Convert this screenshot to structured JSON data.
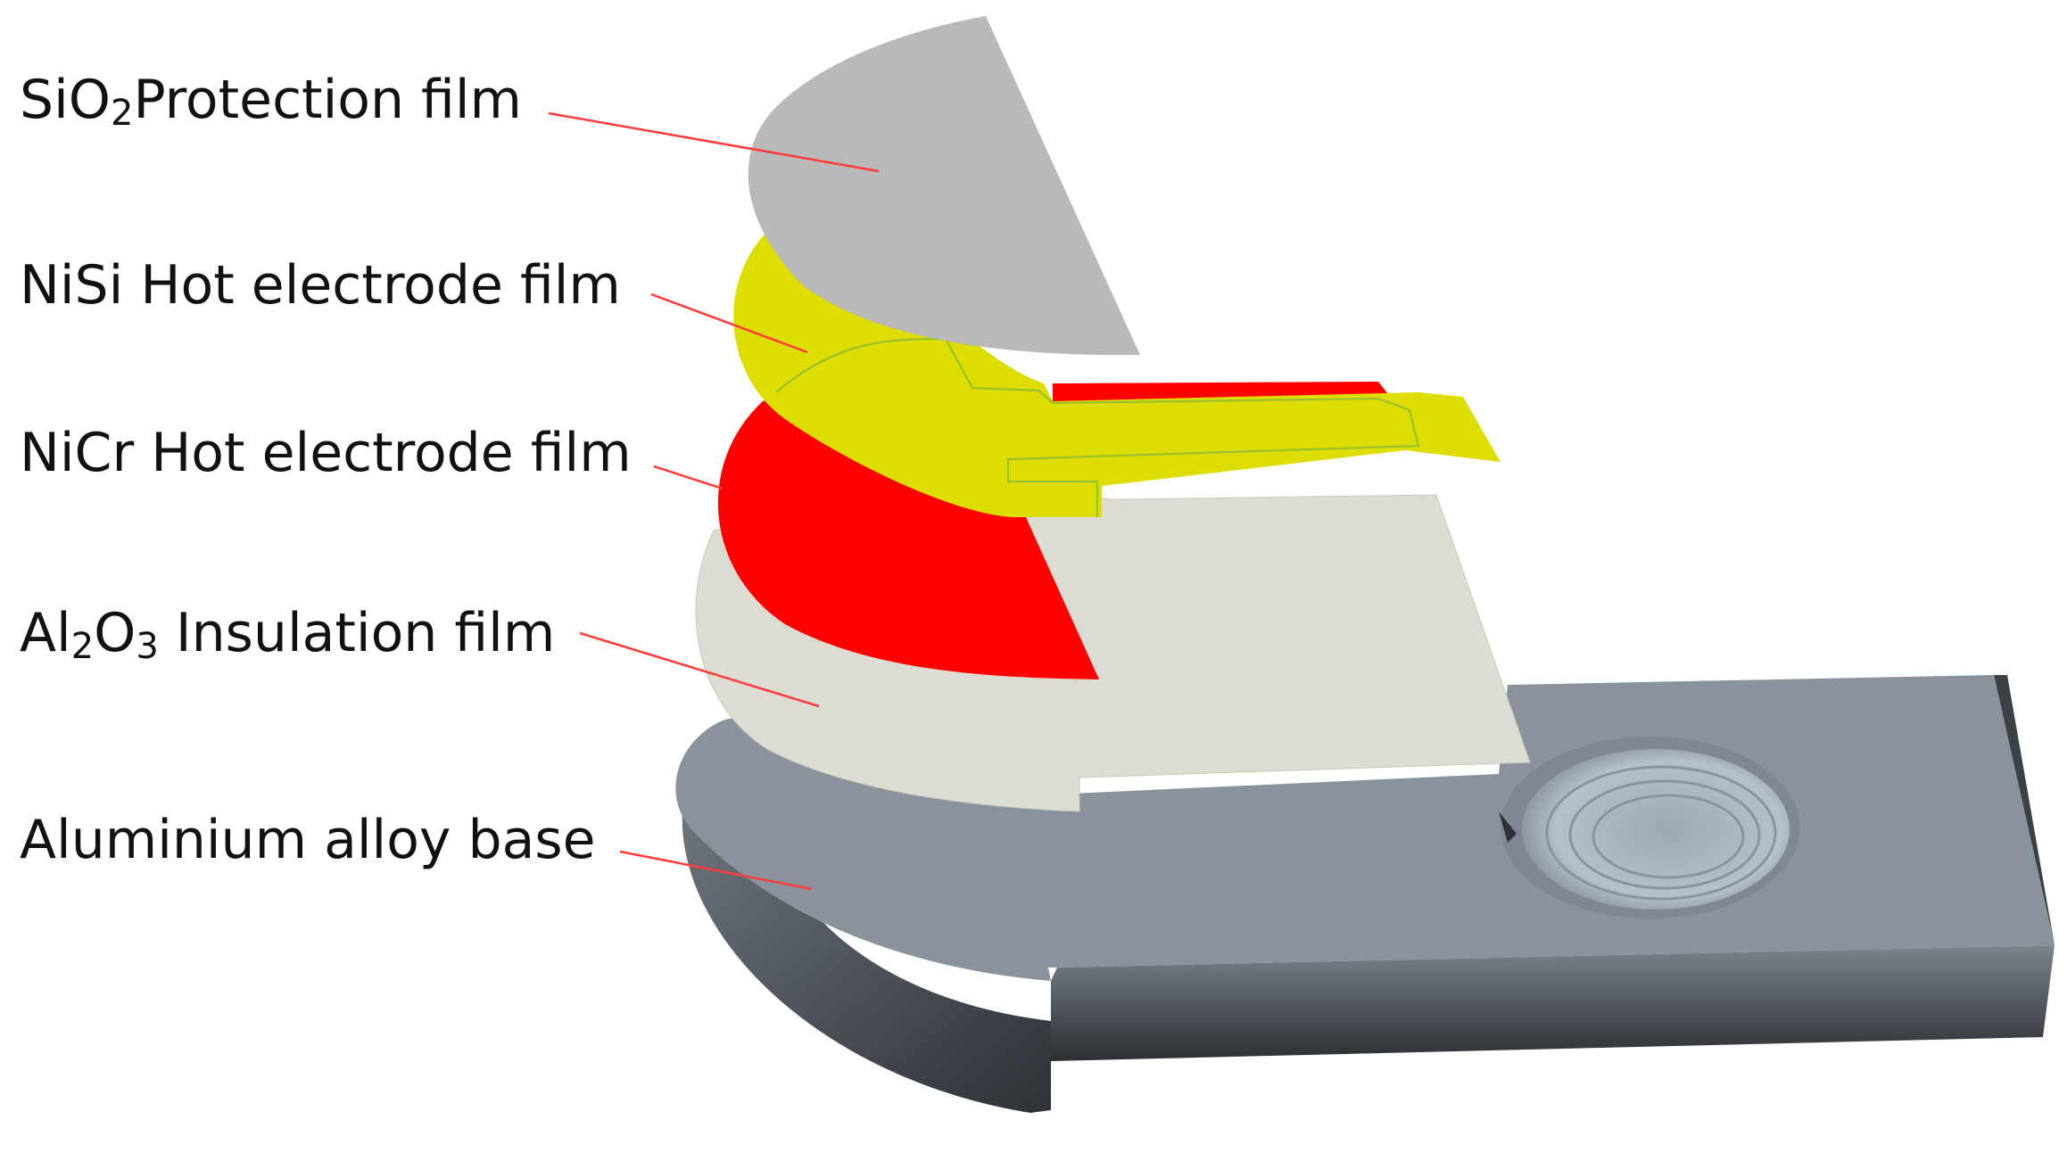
{
  "labels": {
    "sio2": {
      "pre": "SiO",
      "sub": "2",
      "post": "Protection film"
    },
    "nisi": {
      "text": "NiSi Hot electrode film"
    },
    "nicr": {
      "text": "NiCr Hot electrode film"
    },
    "al2o3": {
      "pre": "Al",
      "sub1": "2",
      "mid": "O",
      "sub2": "3",
      "post": " Insulation film"
    },
    "base": {
      "text": "Aluminium alloy base"
    }
  },
  "colors": {
    "sio2_film": "#b9b9b9",
    "nisi_film": "#dddd00",
    "nicr_film": "#ff0000",
    "al2o3_film": "#dcdcd2",
    "base_top": "#8a939c",
    "base_side": "#4a4f55",
    "leader_line": "#ff3b3b"
  }
}
